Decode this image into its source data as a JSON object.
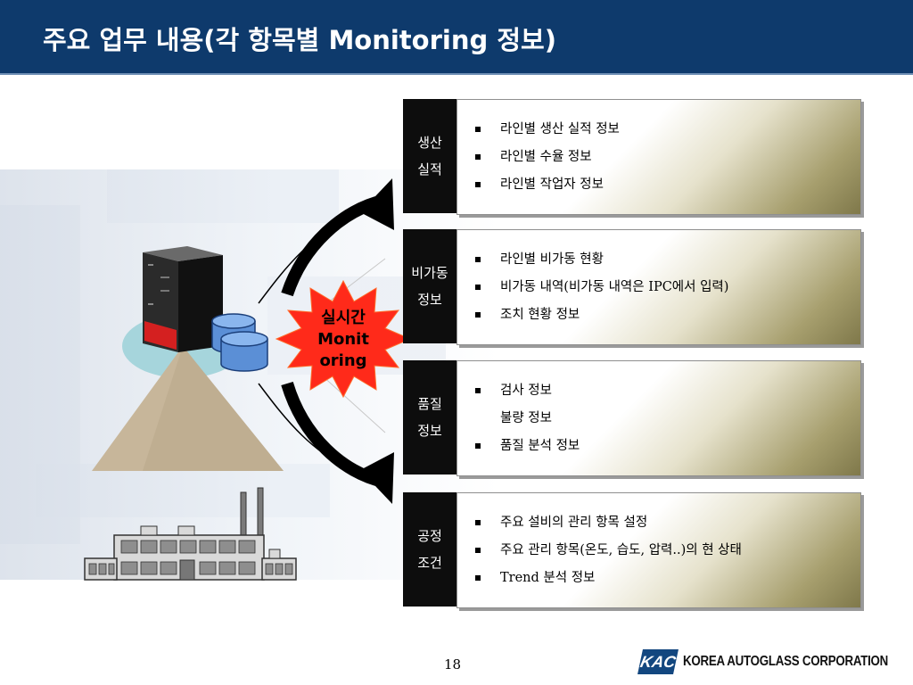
{
  "header": {
    "title": "주요 업무 내용(각 항목별 Monitoring 정보)"
  },
  "burst": {
    "line1": "실시간",
    "line2": "Monit",
    "line3": "oring"
  },
  "categories": [
    {
      "line1": "생산",
      "line2": "실적",
      "items": [
        "라인별 생산 실적 정보",
        "라인별 수율 정보",
        "라인별 작업자 정보"
      ],
      "bullets": [
        true,
        true,
        true
      ]
    },
    {
      "line1": "비가동",
      "line2": "정보",
      "items": [
        "라인별 비가동 현황",
        "비가동 내역(비가동 내역은 IPC에서 입력)",
        "조치 현황 정보"
      ],
      "bullets": [
        true,
        true,
        true
      ]
    },
    {
      "line1": "품질",
      "line2": "정보",
      "items": [
        "검사 정보",
        "불량 정보",
        "품질 분석 정보"
      ],
      "bullets": [
        true,
        false,
        true
      ]
    },
    {
      "line1": "공정",
      "line2": "조건",
      "items": [
        "주요 설비의 관리 항목 설정",
        "주요 관리 항목(온도, 습도, 압력..)의 현 상태",
        "Trend 분석 정보"
      ],
      "bullets": [
        true,
        true,
        true
      ]
    }
  ],
  "footer": {
    "page_number": "18",
    "logo_mark": "KAC",
    "company": "KOREA AUTOGLASS CORPORATION"
  },
  "colors": {
    "header_bg": "#0e3a6c",
    "burst": "#ff2a1a",
    "panel_accent": "#7f784a",
    "logo": "#13477f"
  }
}
